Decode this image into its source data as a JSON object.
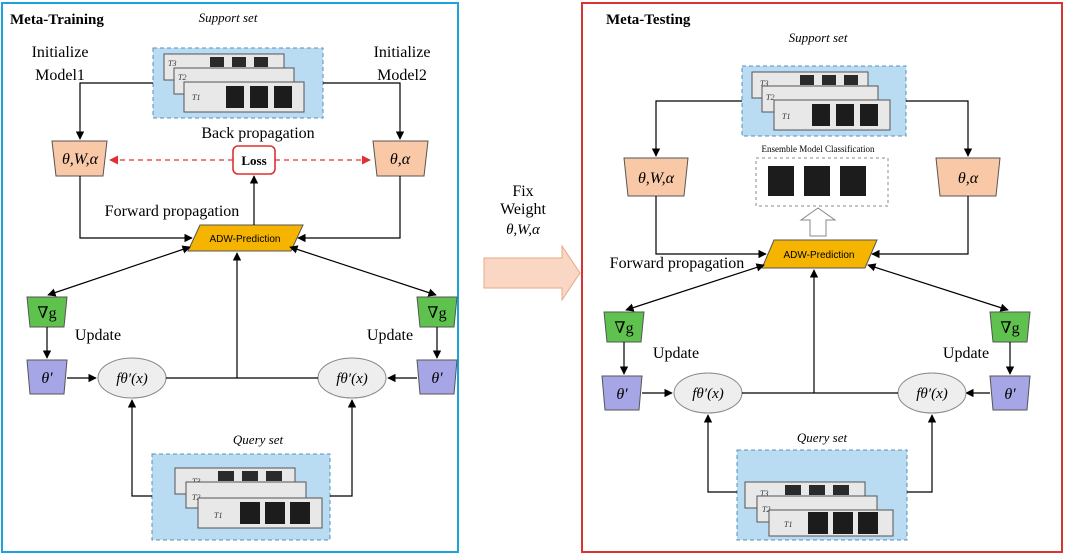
{
  "colors": {
    "training_border": "#1ca3dc",
    "testing_border": "#d9342f",
    "set_fill": "#b9dcf2",
    "param_fill": "#f9c8a6",
    "grad_fill": "#5fc24e",
    "theta_prime_fill": "#a6a6e6",
    "adw_fill": "#f5b400",
    "loss_border": "#e03030",
    "arrow_fill": "#fad7c4"
  },
  "training": {
    "title": "Meta-Training",
    "support_title": "Support set",
    "init1": "Initialize Model1",
    "init2": "Initialize Model2",
    "params_left": "θ,W,α",
    "params_right": "θ,α",
    "back_prop": "Back propagation",
    "loss": "Loss",
    "forward_prop": "Forward propagation",
    "adw": "ADW-Prediction",
    "grad": "∇g",
    "update": "Update",
    "theta_prime": "θ′",
    "f_func": "fθ′(x)",
    "query_title": "Query set",
    "tasks": [
      "T3",
      "T2",
      "T1"
    ]
  },
  "middle": {
    "line1": "Fix",
    "line2": "Weight",
    "line3": "θ,W,α"
  },
  "testing": {
    "title": "Meta-Testing",
    "support_title": "Support set",
    "params_left": "θ,W,α",
    "params_right": "θ,α",
    "ensemble": "Ensemble Model Classification",
    "forward_prop": "Forward propagation",
    "adw": "ADW-Prediction",
    "grad": "∇g",
    "update": "Update",
    "theta_prime": "θ′",
    "f_func": "fθ′(x)",
    "query_title": "Query set",
    "tasks": [
      "T3",
      "T2",
      "T1"
    ]
  }
}
